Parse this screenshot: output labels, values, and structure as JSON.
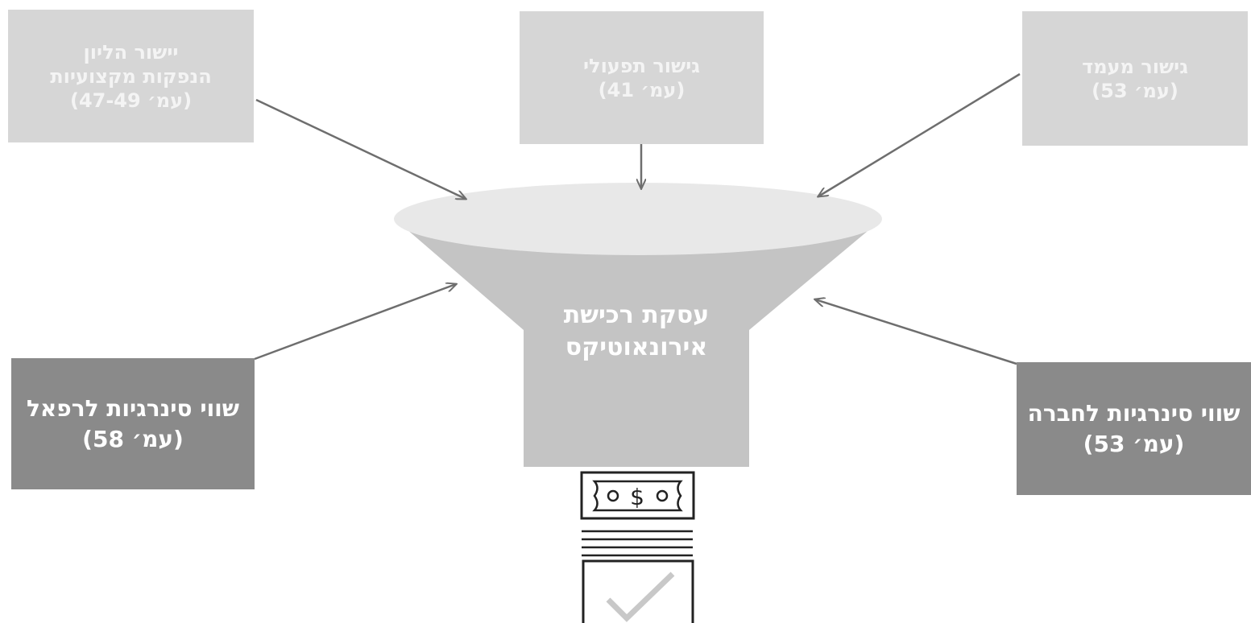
{
  "boxes": {
    "top_left": {
      "line1": "יישור הליון",
      "line2": "הנפקות מקצועיות",
      "line3": "(עמ׳ 47-49)"
    },
    "top_center": {
      "line1": "גישור תפעולי",
      "line2": "(עמ׳ 41)"
    },
    "top_right": {
      "line1": "גישור מעמד",
      "line2": "(עמ׳ 53)"
    },
    "bottom_left": {
      "line1": "שווי סינרגיות לרפאל",
      "line2": "(עמ׳ 58)"
    },
    "bottom_right": {
      "line1": "שווי סינרגיות לחברה",
      "line2": "(עמ׳ 53)"
    }
  },
  "funnel": {
    "line1": "עסקת רכישת",
    "line2": "אירונאוטיקס"
  },
  "icons": {
    "money": "dollar-bill-icon",
    "check": "checkmark-icon"
  },
  "colors": {
    "light_box": "#d6d6d6",
    "dark_box": "#8a8a8a",
    "funnel_top": "#e8e8e8",
    "funnel_body": "#c4c4c4",
    "arrow": "#6e6e6e"
  }
}
